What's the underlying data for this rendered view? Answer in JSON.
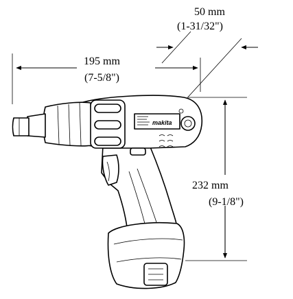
{
  "dimensions": {
    "depth": {
      "metric": "50 mm",
      "imperial": "(1-31/32\")"
    },
    "length": {
      "metric": "195 mm",
      "imperial": "(7-5/8\")"
    },
    "height": {
      "metric": "232 mm",
      "imperial": "(9-1/8\")"
    }
  },
  "brand": {
    "logo_text": "makita"
  }
}
